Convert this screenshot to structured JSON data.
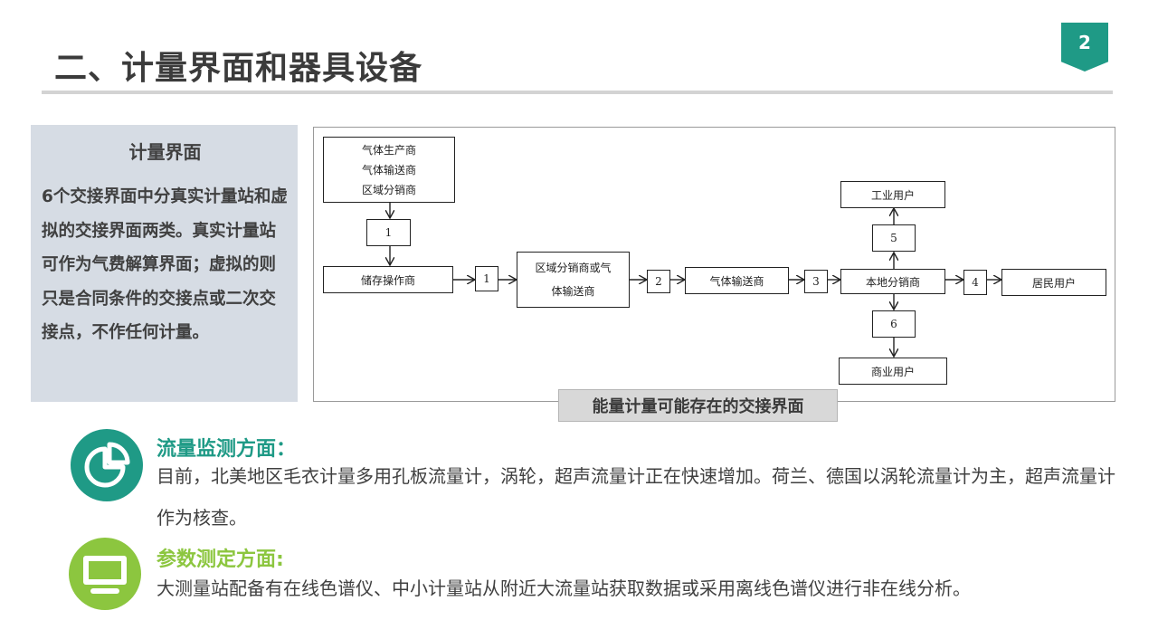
{
  "header": {
    "title": "二、计量界面和器具设备",
    "page_number": "2"
  },
  "left_panel": {
    "heading": "计量界面",
    "body": "6个交接界面中分真实计量站和虚拟的交接界面两类。真实计量站可作为气费解算界面；虚拟的则只是合同条件的交接点或二次交接点，不作任何计量。"
  },
  "diagram": {
    "producer_lines": [
      "气体生产商",
      "气体输送商",
      "区域分销商"
    ],
    "storage": "储存操作商",
    "regional": "区域分销商或气体输送商",
    "transporter": "气体输送商",
    "local": "本地分销商",
    "industrial": "工业用户",
    "commercial": "商业用户",
    "residential": "居民用户",
    "points": {
      "p1a": "1",
      "p1b": "1",
      "p2": "2",
      "p3": "3",
      "p4": "4",
      "p5": "5",
      "p6": "6"
    },
    "caption": "能量计量可能存在的交接界面"
  },
  "flow_section": {
    "title": "流量监测方面：",
    "body": "目前，北美地区毛衣计量多用孔板流量计，涡轮，超声流量计正在快速增加。荷兰、德国以涡轮流量计为主，超声流量计作为核查。",
    "icon": "pie-chart-icon",
    "color": "#1f9a86"
  },
  "param_section": {
    "title": "参数测定方面:",
    "body": "大测量站配备有在线色谱仪、中小计量站从附近大流量站获取数据或采用离线色谱仪进行非在线分析。",
    "icon": "monitor-icon",
    "color": "#8cc63f"
  }
}
